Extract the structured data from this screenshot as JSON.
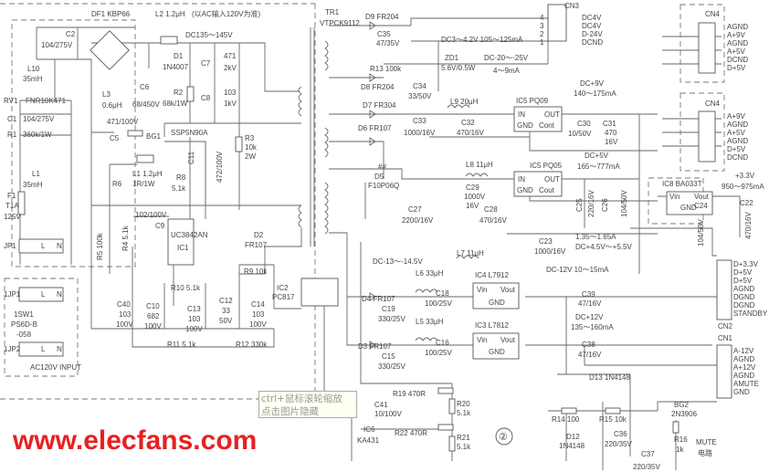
{
  "watermark": "www.elecfans.com",
  "tooltip": {
    "line1": "ctrl+鼠标滚轮缩放",
    "line2": "点击图片隐藏"
  },
  "sheet_number": "②",
  "labels": {
    "df1": "DF1  KBP66",
    "l2": "L2  1.2μH",
    "note": "(以AC输入120V为准)",
    "dc135": "DC135～145V",
    "c2": "C2",
    "c2v": "104/275V",
    "l10": "L10",
    "l10v": "35mH",
    "rv1": "RV1",
    "rv1v": "FNR10K471",
    "c1": "C1",
    "c1v": "104/275V",
    "r1": "R1",
    "r1v": "360k/1W",
    "l1": "L1",
    "l1v": "35mH",
    "f1": "F1",
    "f1a": "T1A",
    "f1b": "125V",
    "jp1": "JP1",
    "L": "L",
    "N": "N",
    "ijp1": "1JP1",
    "isw1": "1SW1",
    "isw1a": "PS6D-B",
    "isw1b": "-058",
    "ijp2": "1JP2",
    "acin": "AC120V  INPUT",
    "c6": "C6",
    "c6v": "68/450V",
    "d1": "D1",
    "d1v": "1N4007",
    "c7": "C7",
    "c7a": "471",
    "c7b": "2kV",
    "r2": "R2",
    "r2v": "68k/1W",
    "c8": "C8",
    "c8a": "103",
    "c8b": "1kV",
    "l3": "L3",
    "l3v": "0.6μH",
    "c5v": "471/100V",
    "c5": "C5",
    "bg1": "BG1",
    "bg1v": "SSP5N90A",
    "l1b": "L1  1.2μH",
    "r6": "R6",
    "r6v": "1R/1W",
    "r8": "R8",
    "r8v": "5.1k",
    "c11": "C11",
    "c11v": "472/100V",
    "r3": "R3",
    "r3v": "10k",
    "r3w": "2W",
    "c9v": "102/100V",
    "c9": "C9",
    "ic1v": "UC3842AN",
    "ic1": "IC1",
    "r5": "R5  100k",
    "r4": "R4  5.1k",
    "d2": "D2",
    "d2v": "FR107",
    "r9": "R9  10k",
    "c40": "C40",
    "c40a": "103",
    "c40b": "100V",
    "r10": "R10  5.1k",
    "c10": "C10",
    "c10a": "682",
    "c10b": "100V",
    "c13": "C13",
    "c13a": "103",
    "c13b": "100V",
    "c12": "C12",
    "c12a": "33",
    "c12b": "50V",
    "c14": "C14",
    "c14a": "103",
    "c14b": "100V",
    "ic2": "IC2",
    "ic2v": "PC817",
    "r11": "R11  5.1k",
    "r12": "R12  330k",
    "tr1": "TR1",
    "tr1v": "VTPCK9112",
    "d9": "D9  FR204",
    "c35": "C35",
    "c35v": "47/35V",
    "r13": "R13  100k",
    "d8": "D8  FR204",
    "zd1": "ZD1",
    "zd1v": "5.6V/0.5W",
    "c34": "C34",
    "c34v": "33/50V",
    "dc3": "DC3～4.2V  105～125mA",
    "dcm20": "DC-20～-25V",
    "dcm20i": "4～9mA",
    "d7": "D7  FR304",
    "c33": "C33",
    "c33v": "1000/16V",
    "l9": "L9  20μH",
    "c32": "C32",
    "c32v": "470/16V",
    "ic5a": "IC5  PQ09",
    "in": "IN",
    "out": "OUT",
    "gnd": "GND",
    "cont": "Cont",
    "cout": "Cout",
    "dc9": "DC+9V",
    "dc9i": "140～175mA",
    "c30": "C30",
    "c30v": "10/50V",
    "c31": "C31",
    "c31a": "470",
    "c31b": "16V",
    "d6": "D6  FR107",
    "d5": "D5",
    "d5v": "F10P06Q",
    "hash": "##",
    "c27": "C27",
    "c27v": "2200/16V",
    "l8": "L8  11μH",
    "c29": "C29",
    "c29a": "1000V",
    "c29b": "16V",
    "c28": "C28",
    "c28v": "470/16V",
    "ic5b": "IC5  PQ05",
    "dc5": "DC+5V",
    "dc5i": "165～777mA",
    "c25": "C25",
    "c25v": "220/16V",
    "c26": "C26",
    "c26v": "104/50V",
    "ic8": "IC8  BA033T",
    "vin": "Vin",
    "vout": "Vout",
    "gnd2": "GND",
    "v33": "+3.3V",
    "v33i": "950～975mA",
    "c24": "C24",
    "c24v": "104/50V",
    "c22": "C22",
    "c22v": "470/16V",
    "i135": "1.35～1.65A",
    "dc45": "DC+4.5V～+5.5V",
    "l7": "L7  11μH",
    "c23": "C23",
    "c23v": "1000/16V",
    "dcm13": "DC-13～-14.5V",
    "l6": "L6  33μH",
    "ic4": "IC4  L7912",
    "d4": "D4  FR107",
    "c19": "C19",
    "c19v": "330/25V",
    "c18": "C18",
    "c18v": "100/25V",
    "dcm12": "DC-12V  10～15mA",
    "c39": "C39",
    "c39v": "47/16V",
    "l5": "L5  33μH",
    "ic3": "IC3  L7812",
    "d3": "D3  FR107",
    "c15": "C15",
    "c15v": "330/25V",
    "c16": "C16",
    "c16v": "100/25V",
    "dc12": "DC+12V",
    "dc12i": "135～160mA",
    "c38": "C38",
    "c38v": "47/16V",
    "r19": "R19  470R",
    "c41": "C41",
    "c41v": "10/100V",
    "r20": "R20",
    "r20v": "5.1k",
    "r21": "R21",
    "r21v": "5.1k",
    "r22": "R22  470R",
    "ic6": "IC6",
    "ic6v": "KA431",
    "d13": "D13  1N4148",
    "r14": "R14  100",
    "r15": "R15  10k",
    "bg2": "BG2",
    "bg2v": "2N3906",
    "d12": "D12",
    "d12v": "1N4148",
    "c36": "C36",
    "c36v": "220/35V",
    "c37": "C37",
    "c37v": "220/35V",
    "r16": "R16",
    "r16v": "1k",
    "mute": "MUTE",
    "mute2": "电路"
  },
  "connectors": {
    "cn3": {
      "name": "CN3",
      "pins": [
        "DC4V",
        "DC4V",
        "D-24V",
        "DCND"
      ],
      "nums": [
        "4",
        "3",
        "2",
        "1"
      ]
    },
    "cn4a": {
      "name": "CN4",
      "pins": [
        "AGND",
        "A+9V",
        "AGND",
        "A+5V",
        "DCND",
        "D+5V"
      ]
    },
    "cn4b": {
      "name": "CN4",
      "pins": [
        "A+9V",
        "AGND",
        "A+5V",
        "AGND",
        "D+5V",
        "DCND"
      ]
    },
    "cn2": {
      "name": "CN2",
      "pins": [
        "D+3.3V",
        "D+5V",
        "D+5V",
        "AGND",
        "DGND",
        "DGND",
        "STANDBY"
      ]
    },
    "cn1": {
      "name": "CN1",
      "pins": [
        "A-12V",
        "AGND",
        "A+12V",
        "AGND",
        "AMUTE",
        "GND"
      ]
    }
  }
}
